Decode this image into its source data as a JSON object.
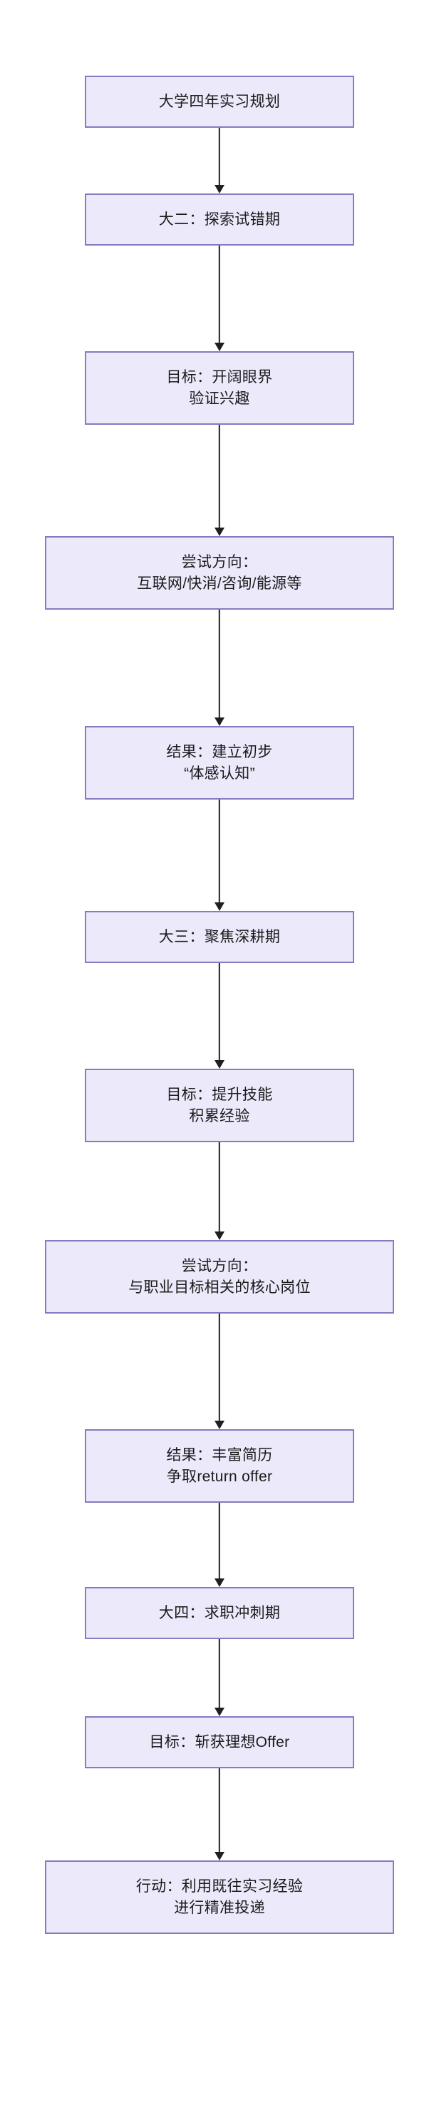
{
  "diagram": {
    "title": "大学四年实习规划",
    "orientation": "top-down",
    "node_fill": "#ece9fb",
    "node_border": "#8a78c2",
    "arrow_color": "#1f1f1f",
    "background": "#ffffff",
    "nodes": [
      {
        "id": "n1",
        "lines": [
          "大学四年实习规划"
        ],
        "width": "standard",
        "role": "root"
      },
      {
        "id": "n2",
        "lines": [
          "大二：探索试错期"
        ],
        "width": "standard",
        "role": "stage"
      },
      {
        "id": "n3",
        "lines": [
          "目标：开阔眼界",
          "验证兴趣"
        ],
        "width": "standard",
        "role": "goal"
      },
      {
        "id": "n4",
        "lines": [
          "尝试方向：",
          "互联网/快消/咨询/能源等"
        ],
        "width": "wide",
        "role": "direction"
      },
      {
        "id": "n5",
        "lines": [
          "结果：建立初步",
          "“体感认知”"
        ],
        "width": "standard",
        "role": "result"
      },
      {
        "id": "n6",
        "lines": [
          "大三：聚焦深耕期"
        ],
        "width": "standard",
        "role": "stage"
      },
      {
        "id": "n7",
        "lines": [
          "目标：提升技能",
          "积累经验"
        ],
        "width": "standard",
        "role": "goal"
      },
      {
        "id": "n8",
        "lines": [
          "尝试方向：",
          "与职业目标相关的核心岗位"
        ],
        "width": "wide",
        "role": "direction"
      },
      {
        "id": "n9",
        "lines": [
          "结果：丰富简历",
          "争取return offer"
        ],
        "width": "standard",
        "role": "result"
      },
      {
        "id": "n10",
        "lines": [
          "大四：求职冲刺期"
        ],
        "width": "standard",
        "role": "stage"
      },
      {
        "id": "n11",
        "lines": [
          "目标：斩获理想Offer"
        ],
        "width": "standard",
        "role": "goal"
      },
      {
        "id": "n12",
        "lines": [
          "行动：利用既往实习经验",
          "进行精准投递"
        ],
        "width": "wide",
        "role": "action"
      }
    ],
    "edges": [
      {
        "from": "n1",
        "to": "n2"
      },
      {
        "from": "n2",
        "to": "n3"
      },
      {
        "from": "n3",
        "to": "n4"
      },
      {
        "from": "n4",
        "to": "n5"
      },
      {
        "from": "n5",
        "to": "n6"
      },
      {
        "from": "n6",
        "to": "n7"
      },
      {
        "from": "n7",
        "to": "n8"
      },
      {
        "from": "n8",
        "to": "n9"
      },
      {
        "from": "n9",
        "to": "n10"
      },
      {
        "from": "n10",
        "to": "n11"
      },
      {
        "from": "n11",
        "to": "n12"
      }
    ]
  }
}
